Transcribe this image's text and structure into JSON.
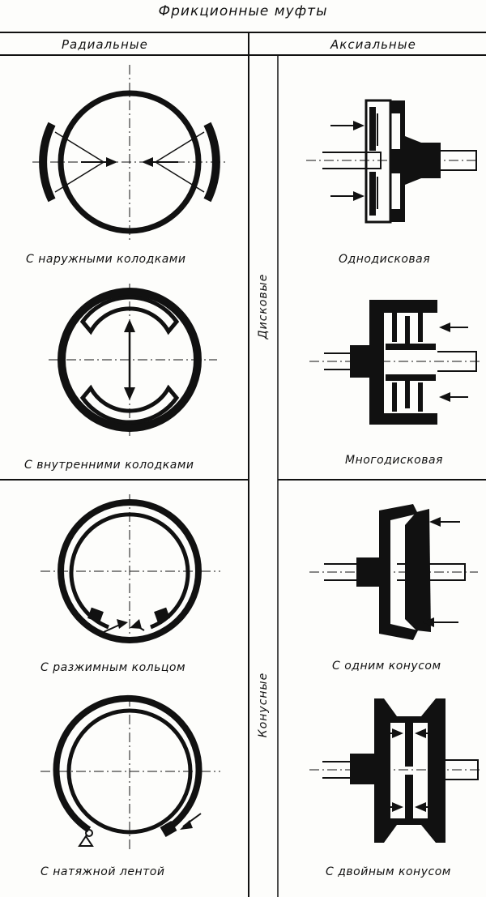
{
  "title": "Фрикционные муфты",
  "columns": {
    "radial": "Радиальные",
    "axial": "Аксиальные"
  },
  "groups": {
    "disc": "Дисковые",
    "cone": "Конусные"
  },
  "captions": {
    "outer_shoes": "С наружными колодками",
    "inner_shoes": "С внутренними колодками",
    "expanding_ring": "С разжимным кольцом",
    "tension_band": "С натяжной лентой",
    "single_disc": "Однодисковая",
    "multi_disc": "Многодисковая",
    "single_cone": "С одним конусом",
    "double_cone": "С двойным конусом"
  }
}
